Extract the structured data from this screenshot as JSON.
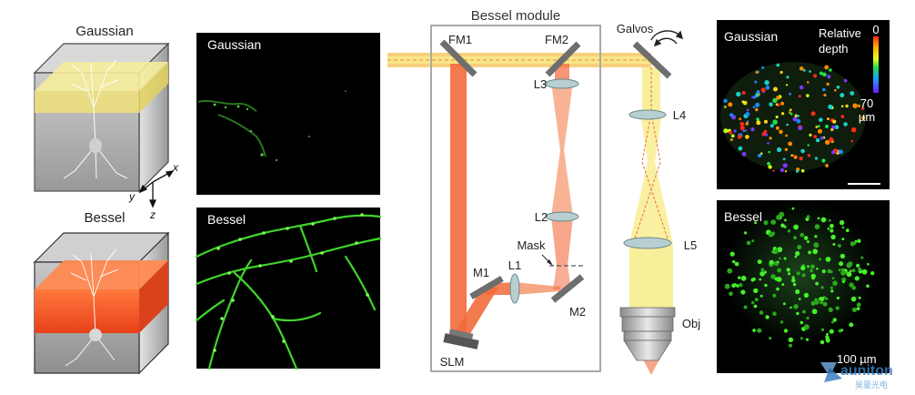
{
  "cube_panels": {
    "top_title": "Gaussian",
    "bottom_title": "Bessel",
    "axes": {
      "x": "x",
      "y": "y",
      "z": "z"
    }
  },
  "images": {
    "gaussian_label": "Gaussian",
    "bessel_label": "Bessel"
  },
  "optics": {
    "module_title": "Bessel module",
    "components": {
      "fm1": "FM1",
      "fm2": "FM2",
      "galvos": "Galvos",
      "l3": "L3",
      "l4": "L4",
      "l2": "L2",
      "mask": "Mask",
      "m1": "M1",
      "l1": "L1",
      "m2": "M2",
      "l5": "L5",
      "obj": "Obj",
      "slm": "SLM"
    }
  },
  "right_panels": {
    "gaussian_label": "Gaussian",
    "colorbar_title_line1": "Relative",
    "colorbar_title_line2": "depth",
    "colorbar_top": "0",
    "colorbar_bottom_value": "70",
    "colorbar_bottom_unit": "µm",
    "bessel_label": "Bessel",
    "scale_label": "100 µm"
  },
  "watermark": {
    "brand": "auniton",
    "subtitle": "昊量光电"
  },
  "colors": {
    "beam_orange": "#f26a3c",
    "beam_yellow": "#f7f08a",
    "gaussian_slab": "#f2e68a",
    "bessel_slab": "#f04f1f",
    "neuron_green": "#4cff3c",
    "module_border": "#a9a9a9"
  }
}
